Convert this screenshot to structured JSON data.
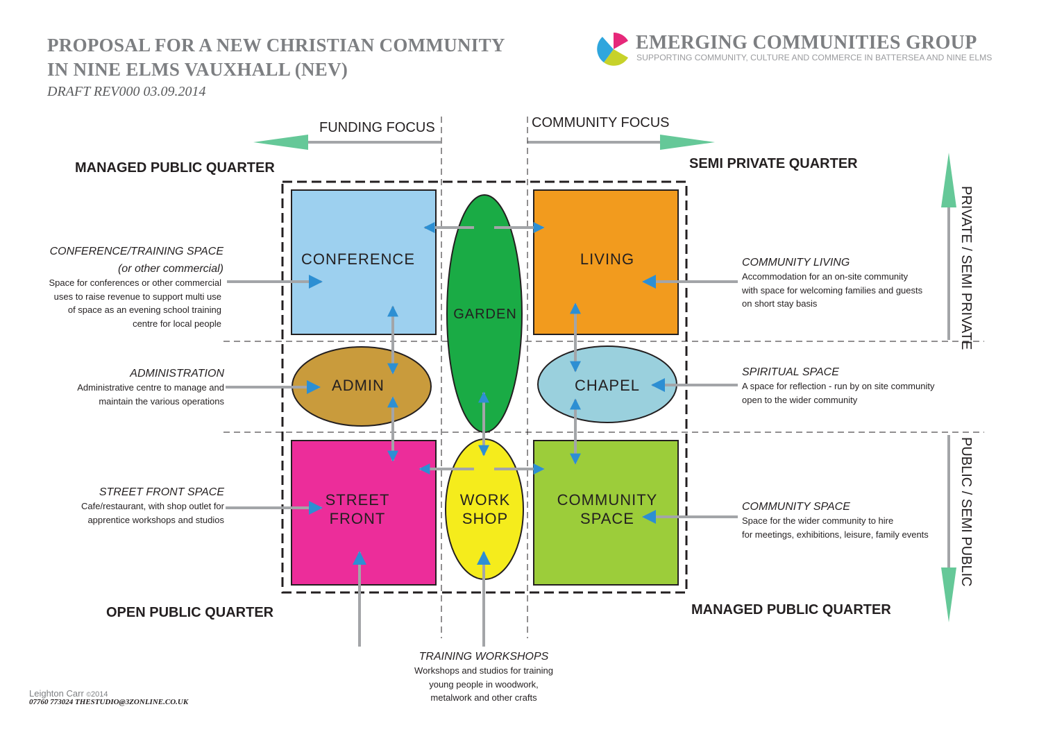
{
  "header": {
    "title_line1": "PROPOSAL FOR A NEW CHRISTIAN COMMUNITY",
    "title_line2": "IN NINE ELMS VAUXHALL (NEV)",
    "draft": "DRAFT  REV000  03.09.2014"
  },
  "brand": {
    "name": "EMERGING COMMUNITIES GROUP",
    "tagline": "SUPPORTING COMMUNITY, CULTURE AND COMMERCE IN BATTERSEA AND NINE ELMS",
    "logo_colors": [
      "#e6287a",
      "#2fa6dd",
      "#c7d22a"
    ]
  },
  "axes": {
    "funding_focus": "FUNDING FOCUS",
    "community_focus": "COMMUNITY FOCUS",
    "private_semi_private": "PRIVATE / SEMI PRIVATE",
    "public_semi_public": "PUBLIC / SEMI PUBLIC"
  },
  "quarters": {
    "top_left": "MANAGED PUBLIC QUARTER",
    "top_right": "SEMI PRIVATE QUARTER",
    "bottom_left": "OPEN PUBLIC QUARTER",
    "bottom_right": "MANAGED PUBLIC QUARTER"
  },
  "spaces": {
    "conference": "CONFERENCE",
    "living": "LIVING",
    "garden": "GARDEN",
    "admin": "ADMIN",
    "chapel": "CHAPEL",
    "street_front_1": "STREET",
    "street_front_2": "FRONT",
    "workshop_1": "WORK",
    "workshop_2": "SHOP",
    "community_space_1": "COMMUNITY",
    "community_space_2": "SPACE"
  },
  "colors": {
    "conference": "#9dd0ef",
    "living": "#f29b1e",
    "garden": "#1aab45",
    "admin": "#c99b3c",
    "chapel": "#9ad0dd",
    "street_front": "#ec2d9a",
    "workshop": "#f5ec1c",
    "community_space": "#9ccd3a",
    "arrow_blue": "#2d8fd3",
    "arrow_grey": "#a3a5a8",
    "arrow_green": "#65c898"
  },
  "notes": {
    "conference": {
      "title": "CONFERENCE/TRAINING SPACE",
      "subtitle": "(or other commercial)",
      "lines": [
        "Space for conferences or other commercial",
        "uses to raise revenue to support multi use",
        "of space as an evening school training",
        "centre for local people"
      ]
    },
    "administration": {
      "title": "ADMINISTRATION",
      "lines": [
        "Administrative centre to manage and",
        "maintain the various operations"
      ]
    },
    "street_front": {
      "title": "STREET FRONT SPACE",
      "lines": [
        "Cafe/restaurant, with shop outlet for",
        "apprentice workshops and studios"
      ]
    },
    "community_living": {
      "title": "COMMUNITY LIVING",
      "lines": [
        "Accommodation for an on-site community",
        "with space for welcoming families and guests",
        "on short stay basis"
      ]
    },
    "spiritual": {
      "title": "SPIRITUAL SPACE",
      "lines": [
        "A space for reflection - run by on site community",
        "open to the wider community"
      ]
    },
    "community_space": {
      "title": "COMMUNITY SPACE",
      "lines": [
        "Space for the wider community to hire",
        "for meetings, exhibitions, leisure, family events"
      ]
    },
    "training": {
      "title": "TRAINING WORKSHOPS",
      "lines": [
        "Workshops and studios for training",
        "young people in woodwork,",
        "metalwork and other crafts"
      ]
    }
  },
  "credit": {
    "author": "Leighton Carr",
    "year": "2014",
    "contact": "07760 773024   THESTUDIO@3ZONLINE.CO.UK"
  }
}
